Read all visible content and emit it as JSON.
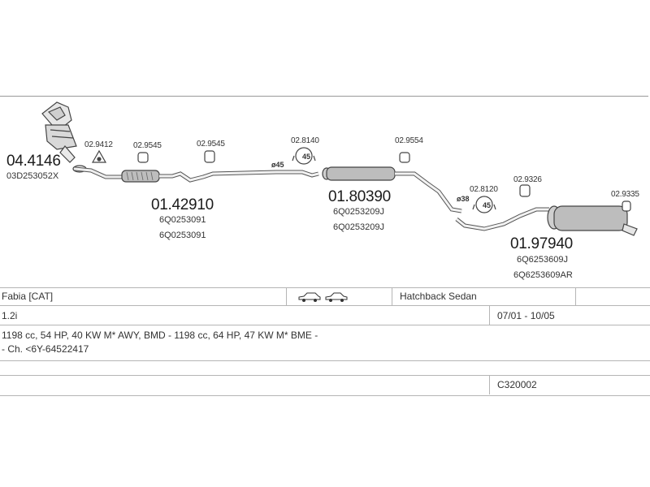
{
  "parts": {
    "catalyst": {
      "number": "04.4146",
      "oem": "03D253052X"
    },
    "front_pipe": {
      "number": "01.42910",
      "oem1": "6Q0253091",
      "oem2": "6Q0253091"
    },
    "middle_silencer": {
      "number": "01.80390",
      "oem1": "6Q0253209J",
      "oem2": "6Q0253209J"
    },
    "rear_silencer": {
      "number": "01.97940",
      "oem1": "6Q6253609J",
      "oem2": "6Q6253609AR"
    }
  },
  "accessories": {
    "gasket_1": "02.9412",
    "hanger_1": "02.9545",
    "hanger_2": "02.9545",
    "clamp_1": "02.8140",
    "hanger_3": "02.9554",
    "clamp_2": "02.8120",
    "hanger_4": "02.9326",
    "hanger_5": "02.9335"
  },
  "diameters": {
    "d1": "ø45",
    "d2": "ø38"
  },
  "clamp_labels": {
    "c1": "45",
    "c2": "45"
  },
  "info": {
    "model": "Fabia  [CAT]",
    "body": "Hatchback Sedan",
    "engine": "1.2i",
    "years": "07/01 - 10/05",
    "specs": "1198 cc, 54 HP, 40 KW M* AWY, BMD - 1198 cc, 64 HP, 47 KW M* BME -",
    "chassis": "- Ch. <6Y-64522417",
    "code": "C320002"
  },
  "icons": [
    "hatchback-car-icon",
    "sedan-car-icon"
  ]
}
